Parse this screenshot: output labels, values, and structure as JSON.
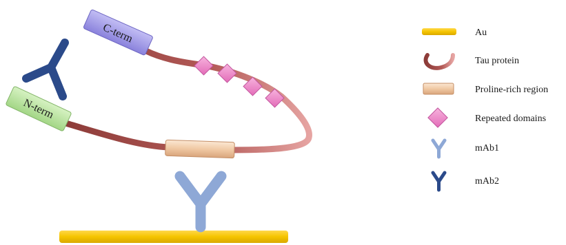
{
  "diagram": {
    "labels": {
      "c_term": "C-term",
      "n_term": "N-term"
    },
    "legend": [
      {
        "icon": "gold-bar-icon",
        "text": "Au"
      },
      {
        "icon": "tau-protein-icon",
        "text": "Tau protein"
      },
      {
        "icon": "proline-rich-icon",
        "text": "Proline-rich region"
      },
      {
        "icon": "repeated-domain-icon",
        "text": "Repeated domains"
      },
      {
        "icon": "mab1-icon",
        "text": "mAb1"
      },
      {
        "icon": "mab2-icon",
        "text": "mAb2"
      }
    ],
    "colors": {
      "gold": "#f5c400",
      "tau": "#a9504e",
      "tau_light": "#e39a98",
      "proline": "#f3d3b5",
      "repeat": "#ee86c8",
      "mab1": "#8ea8d6",
      "mab2": "#2b4a8a",
      "c_term_box": "#9a93e6",
      "n_term_box": "#b7e29a"
    }
  }
}
